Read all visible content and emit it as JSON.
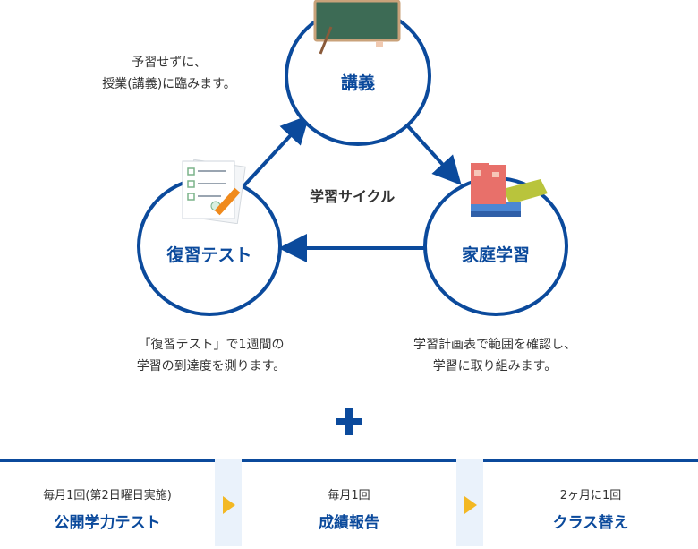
{
  "cycle_title": "学習サイクル",
  "nodes": {
    "lecture": {
      "label": "講義"
    },
    "home": {
      "label": "家庭学習"
    },
    "review": {
      "label": "復習テスト"
    }
  },
  "notes": {
    "lecture": [
      "予習せずに、",
      "授業(講義)に臨みます。"
    ],
    "review": [
      "「復習テスト」で1週間の",
      "学習の到達度を測ります。"
    ],
    "home": [
      "学習計画表で範囲を確認し、",
      "学習に取り組みます。"
    ]
  },
  "steps": [
    {
      "top": "毎月1回(第2日曜日実施)",
      "main": "公開学力テスト"
    },
    {
      "top": "毎月1回",
      "main": "成績報告"
    },
    {
      "top": "2ヶ月に1回",
      "main": "クラス替え"
    }
  ],
  "colors": {
    "primary": "#0b4a9c",
    "accent": "#f3b823",
    "band": "#eaf2fb"
  },
  "icons": [
    "blackboard-icon",
    "books-icon",
    "test-paper-icon",
    "plus-icon",
    "arrow-right-icon"
  ]
}
